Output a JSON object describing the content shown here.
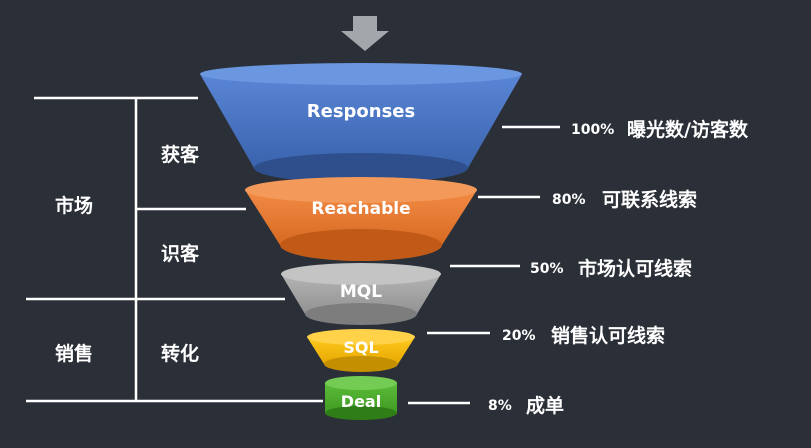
{
  "funnel": {
    "stages": [
      {
        "label": "Responses",
        "percent": "100%",
        "description": "曝光数/访客数",
        "color": "#4472c4"
      },
      {
        "label": "Reachable",
        "percent": "80%",
        "description": "可联系线索",
        "color": "#ed7d31"
      },
      {
        "label": "MQL",
        "percent": "50%",
        "description": "市场认可线索",
        "color": "#a5a5a5"
      },
      {
        "label": "SQL",
        "percent": "20%",
        "description": "销售认可线索",
        "color": "#ffc000"
      },
      {
        "label": "Deal",
        "percent": "8%",
        "description": "成单",
        "color": "#4ea72e"
      }
    ]
  },
  "sections": {
    "market": "市场",
    "sales": "销售",
    "acquire": "获客",
    "identify": "识客",
    "convert": "转化"
  }
}
